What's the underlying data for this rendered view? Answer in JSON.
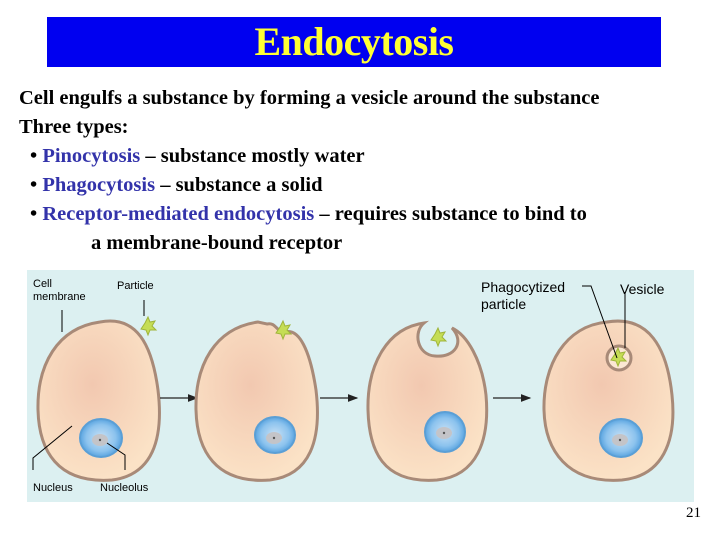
{
  "slide": {
    "title": "Endocytosis",
    "page_number": "21",
    "colors": {
      "title_bg": "#0000f0",
      "title_text": "#ffff33",
      "term_text": "#3333aa",
      "diagram_bg": "#dcf0f1",
      "cell_fill": "#f7d9bd",
      "cell_membrane": "#a88a78",
      "nucleus": "#6fb1e4",
      "particle": "#c5dd55"
    }
  },
  "content": {
    "intro": "Cell engulfs a substance by forming a vesicle around the substance",
    "types_heading": "Three types:",
    "bullets": [
      {
        "symbol": "•",
        "term": "Pinocytosis",
        "description": " – substance mostly water"
      },
      {
        "symbol": "•",
        "term": "Phagocytosis",
        "description": " – substance a solid"
      },
      {
        "symbol": "•",
        "term": "Receptor-mediated endocytosis",
        "description": " – requires substance to bind to"
      }
    ],
    "bullet3_continuation": "a membrane-bound receptor"
  },
  "diagram": {
    "labels": {
      "cell_membrane_line1": "Cell",
      "cell_membrane_line2": "membrane",
      "particle": "Particle",
      "nucleus": "Nucleus",
      "nucleolus": "Nucleolus",
      "phagocytized_line1": "Phagocytized",
      "phagocytized_line2": "particle",
      "vesicle": "Vesicle"
    },
    "stages": [
      {
        "id": 1,
        "description": "Particle approaches cell"
      },
      {
        "id": 2,
        "description": "Membrane begins to fold inward"
      },
      {
        "id": 3,
        "description": "Membrane surrounds particle"
      },
      {
        "id": 4,
        "description": "Vesicle containing particle inside cell"
      }
    ]
  }
}
